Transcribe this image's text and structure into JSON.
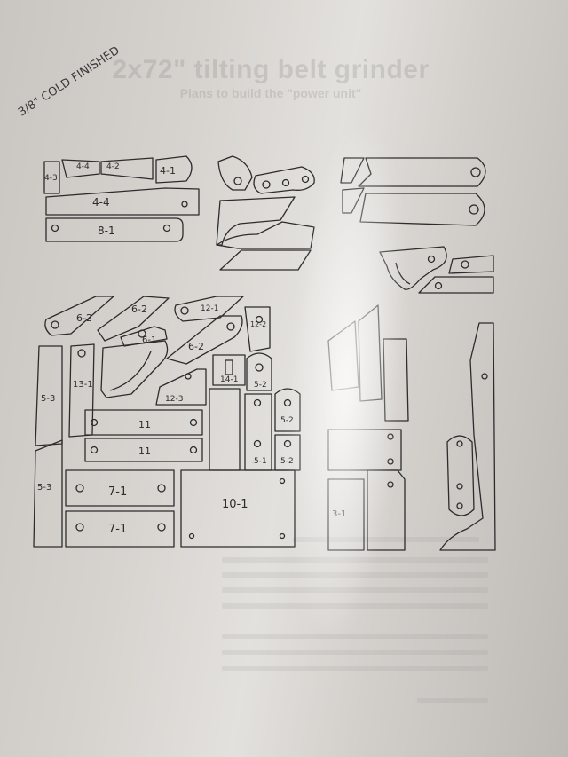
{
  "document": {
    "title": "2x72\" tilting belt grinder",
    "subtitle": "Plans to build the \"power unit\"",
    "handwritten_note": "3/8\" COLD FINISHED"
  },
  "part_labels": [
    "4-3",
    "4-4",
    "4-2",
    "4-1",
    "4-4",
    "8-1",
    "6-2",
    "6-2",
    "12-1",
    "12-2",
    "6-1",
    "6-2",
    "13-1",
    "5-3",
    "12-3",
    "14-1",
    "5-2",
    "5-1",
    "5-2",
    "11",
    "11",
    "5-1",
    "5-2",
    "5-3",
    "7-1",
    "7-1",
    "10-1",
    "3-1"
  ]
}
